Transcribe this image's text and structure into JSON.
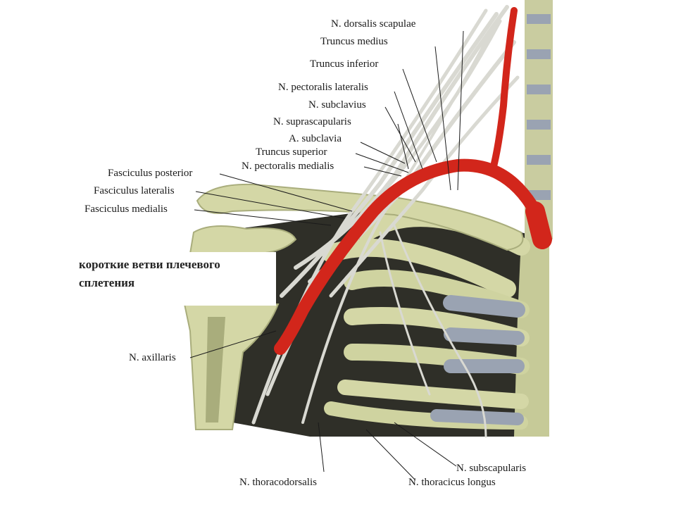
{
  "caption": {
    "line1": "короткие ветви плечевого",
    "line2": "сплетения"
  },
  "labels": {
    "dorsalis_scapulae": "N. dorsalis scapulae",
    "truncus_medius": "Truncus medius",
    "truncus_inferior": "Truncus inferior",
    "pectoralis_lateralis": "N. pectoralis lateralis",
    "subclavius": "N. subclavius",
    "suprascapularis": "N. suprascapularis",
    "a_subclavia": "A. subclavia",
    "truncus_superior": "Truncus superior",
    "pectoralis_medialis": "N. pectoralis medialis",
    "fasciculus_posterior": "Fasciculus posterior",
    "fasciculus_lateralis": "Fasciculus lateralis",
    "fasciculus_medialis": "Fasciculus medialis",
    "axillaris": "N. axillaris",
    "thoracodorsalis": "N. thoracodorsalis",
    "subscapularis": "N. subscapularis",
    "thoracicus_longus": "N. thoracicus longus"
  },
  "colors": {
    "bone": "#d4d7a6",
    "bone_shadow": "#a9ad7c",
    "cartilage": "#9aa3b2",
    "nerve": "#d9d9d2",
    "artery": "#d2261b",
    "dark": "#2a2a22"
  }
}
